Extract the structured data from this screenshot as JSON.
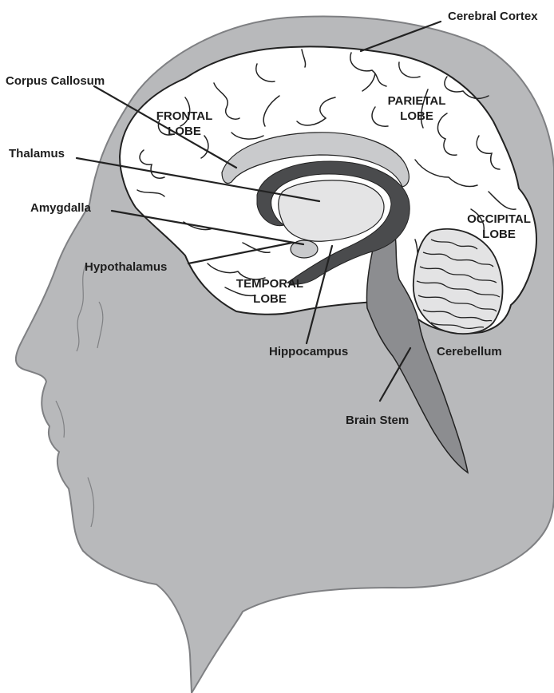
{
  "colors": {
    "head": "#b8b9bb",
    "head_outline": "#7f8083",
    "brain": "#ffffff",
    "outline": "#222222",
    "corpus_callosum": "#c9cacc",
    "thalamus": "#e4e4e5",
    "hippocampus_limbic": "#4a4b4d",
    "brain_stem": "#8c8d90",
    "cerebellum": "#e3e3e4",
    "text": "#1e1e1e"
  },
  "labels": {
    "cerebral_cortex": "Cerebral Cortex",
    "corpus_callosum": "Corpus Callosum",
    "thalamus": "Thalamus",
    "amygdalla": "Amygdalla",
    "hypothalamus": "Hypothalamus",
    "hippocampus": "Hippocampus",
    "cerebellum": "Cerebellum",
    "brain_stem": "Brain Stem"
  },
  "lobes": {
    "frontal": [
      "FRONTAL",
      "LOBE"
    ],
    "parietal": [
      "PARIETAL",
      "LOBE"
    ],
    "occipital": [
      "OCCIPITAL",
      "LOBE"
    ],
    "temporal": [
      "TEMPORAL",
      "LOBE"
    ]
  }
}
